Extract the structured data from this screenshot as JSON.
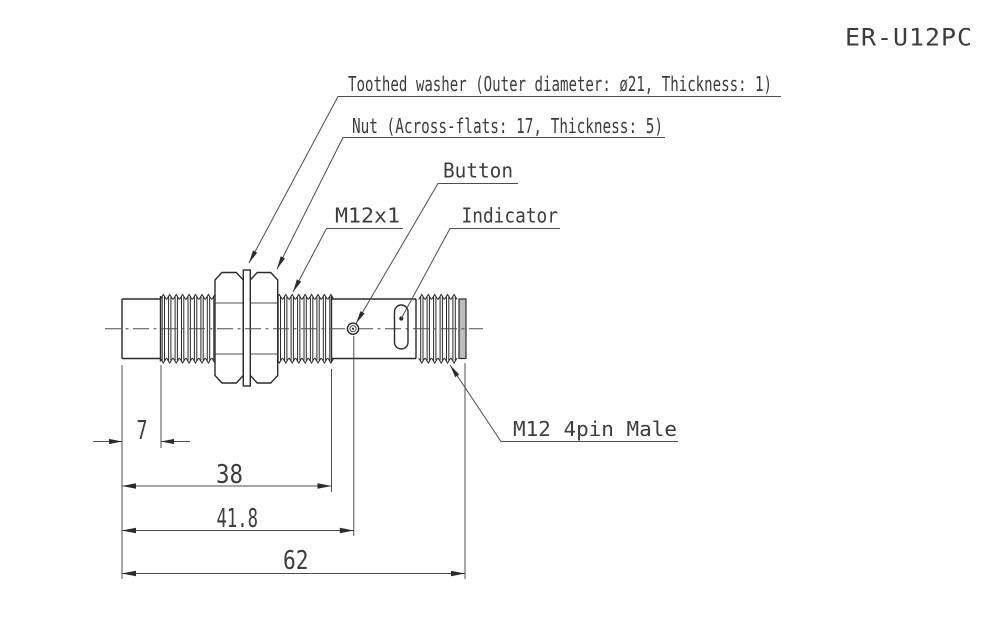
{
  "title": "ER-U12PC",
  "callouts": {
    "toothed_washer": "Toothed washer (Outer diameter: ø21, Thickness: 1)",
    "nut": "Nut (Across-flats: 17, Thickness: 5)",
    "button": "Button",
    "thread_spec": "M12x1",
    "indicator": "Indicator",
    "connector": "M12 4pin Male"
  },
  "dimensions": {
    "tip_length": "7",
    "thread_length": "38",
    "button_position": "41.8",
    "total_length": "62"
  },
  "colors": {
    "line": "#2b2b2b",
    "thin_line": "#4f4f4f",
    "text": "#3d3d3d",
    "end_cap_fill": "#bdbdbd",
    "background": "#ffffff"
  }
}
